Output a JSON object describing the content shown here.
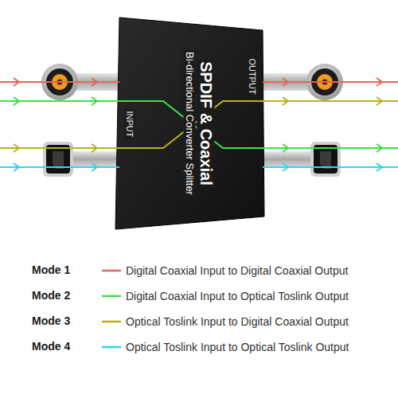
{
  "diagram": {
    "nodes": [
      {
        "text": [
          "SPDIF & Coaxial",
          "Bi-directional Converter Splitter"
        ]
      }
    ],
    "labels": [
      "INPUT",
      "OUTPUT",
      "Mode 1",
      "Mode 2",
      "Mode 3",
      "Mode 4"
    ],
    "legend": [
      {
        "text": "Digital Coaxial Input to Digital Coaxial Output",
        "color": "#f2605a"
      },
      {
        "text": "Digital Coaxial Input to Optical Toslink Output",
        "color": "#3fe04b"
      },
      {
        "text": "Optical Toslink Input to Digital Coaxial Output",
        "color": "#b8b31e"
      },
      {
        "text": "Optical Toslink Input to Optical Toslink Output",
        "color": "#36d2f0"
      }
    ]
  }
}
